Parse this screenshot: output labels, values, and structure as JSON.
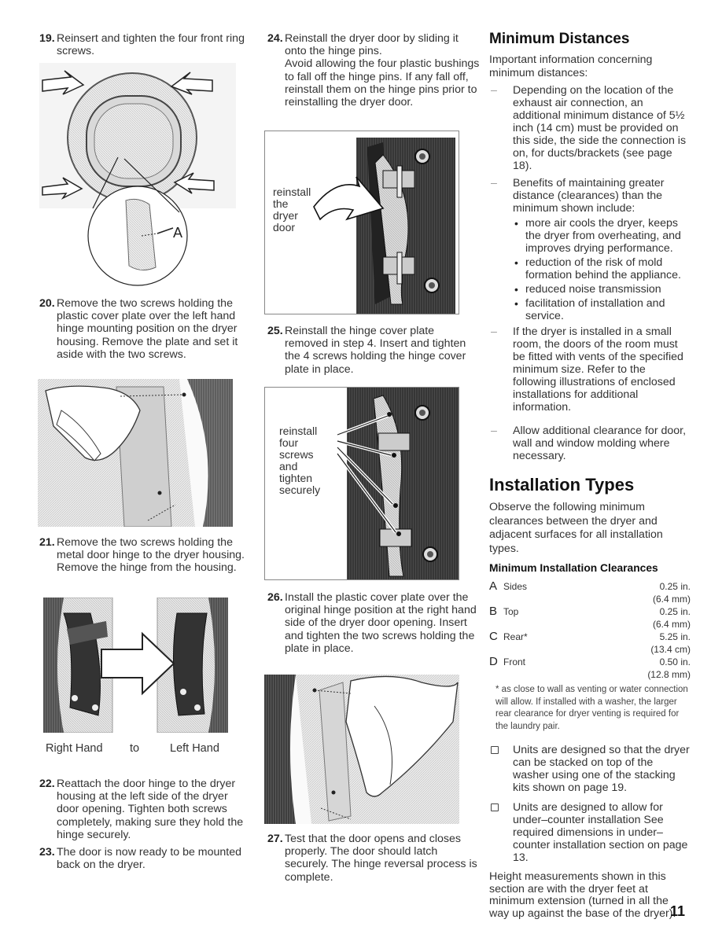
{
  "steps": {
    "s19": {
      "num": "19.",
      "text": "Reinsert and tighten the four front ring screws."
    },
    "s20": {
      "num": "20.",
      "text": "Remove the two screws holding the plastic cover plate over the left hand hinge mounting position on the dryer housing. Remove the plate and set it aside with the two screws."
    },
    "s21": {
      "num": "21.",
      "text": "Remove the two screws holding the metal door hinge to the dryer housing. Remove the hinge from the housing."
    },
    "s22": {
      "num": "22.",
      "text": "Reattach the door hinge to the dryer housing at the left side of the dryer door opening. Tighten both screws completely, making sure they hold the hinge securely."
    },
    "s23": {
      "num": "23.",
      "text": "The door is now ready to be mounted back on the dryer."
    },
    "s24": {
      "num": "24.",
      "text": "Reinstall the dryer door by sliding it onto the hinge pins.",
      "extra": "Avoid allowing the four plastic bushings to fall off the hinge pins. If any fall off, reinstall them on the hinge pins prior to reinstalling the dryer door."
    },
    "s25": {
      "num": "25.",
      "text": "Reinstall the hinge cover plate removed in step 4. Insert and tighten the 4 screws holding the hinge cover plate in place."
    },
    "s26": {
      "num": "26.",
      "text": "Install the plastic cover plate over the original hinge position at the right hand side of the dryer door opening. Insert and tighten the two screws holding the plate in place."
    },
    "s27": {
      "num": "27.",
      "text": "Test that the door opens and closes properly. The door should latch securely. The hinge reversal process is complete."
    }
  },
  "figures": {
    "fig19_label": "A",
    "fig21_caption_left": "Right Hand",
    "fig21_caption_mid": "to",
    "fig21_caption_right": "Left Hand",
    "fig24_label": "reinstall the dryer door",
    "fig25_label": "reinstall four screws and tighten securely"
  },
  "right": {
    "min_dist_title": "Minimum Distances",
    "min_dist_intro": "Important information concerning minimum distances:",
    "dash1": "Depending on the location of the exhaust air connection, an additional minimum distance of 5½ inch (14 cm) must be provided on this side, the side the connection is on, for ducts/brackets (see page 18).",
    "dash2": "Benefits of maintaining greater distance (clearances) than the minimum shown include:",
    "bullets": [
      "more air cools the dryer, keeps the dryer from overheating, and improves drying performance.",
      "reduction of the risk of mold formation behind the appliance.",
      "reduced noise transmission",
      "facilitation of installation and service."
    ],
    "dash3": "If the dryer is installed in a small room, the doors of the room must be fitted with vents of the specified minimum size. Refer to the following illustrations of enclosed installations for additional information.",
    "dash4": "Allow additional clearance for door, wall and window molding where necessary.",
    "types_title": "Installation Types",
    "types_intro": "Observe the following minimum clearances between the dryer and adjacent surfaces for all installation types.",
    "clear_title": "Minimum Installation Clearances",
    "clearances": [
      {
        "letter": "A",
        "name": "Sides",
        "value": "0.25 in. (6.4 mm)"
      },
      {
        "letter": "B",
        "name": "Top",
        "value": "0.25 in. (6.4 mm)"
      },
      {
        "letter": "C",
        "name": "Rear*",
        "value": "5.25 in. (13.4 cm)"
      },
      {
        "letter": "D",
        "name": "Front",
        "value": "0.50 in. (12.8 mm)"
      }
    ],
    "footnote": "* as close to wall as venting or water connection will allow. If installed with a washer, the larger rear clearance for dryer venting is required for the laundry pair.",
    "box1": "Units are designed so that the dryer can be stacked on top of the washer using one of the stacking kits shown on page 19.",
    "box2": "Units are designed to allow for under–counter installation See required dimensions in under–counter installation section on page 13.",
    "height_note": "Height measurements shown in this section are with the dryer feet at minimum extension (turned in all the way up against the base of the dryer)."
  },
  "page_number": "11"
}
